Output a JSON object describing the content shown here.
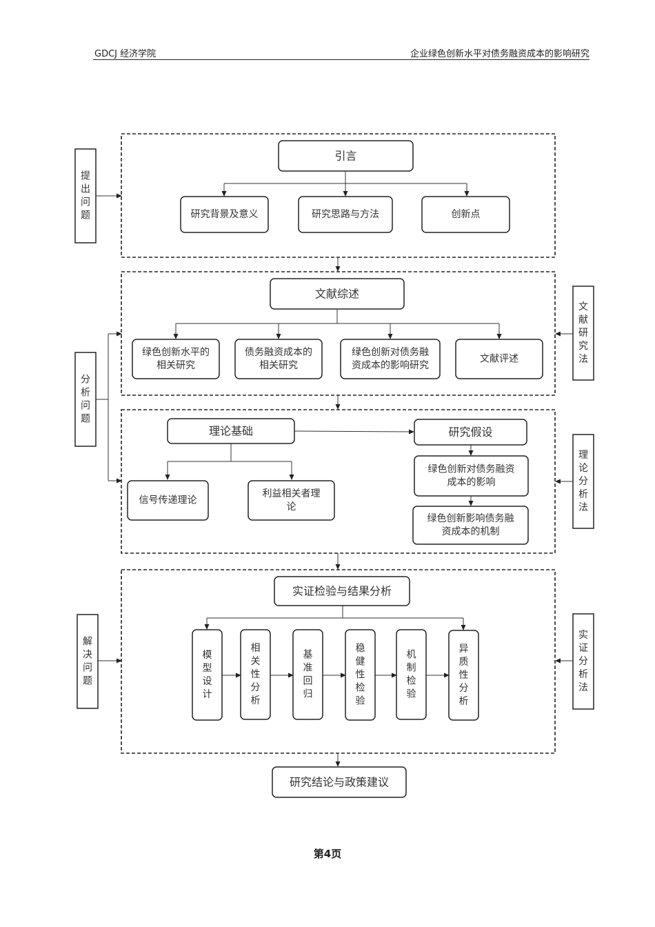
{
  "header": {
    "left": "GDCJ 经济学院",
    "right": "企业绿色创新水平对债务融资成本的影响研究"
  },
  "footer": {
    "page": "第4页"
  },
  "diagram": {
    "sides": {
      "ask": "提出问题",
      "analyze": "分析问题",
      "solve": "解决问题",
      "lit_method": "文献研究法",
      "theory_method": "理论分析法",
      "empirical_method": "实证分析法"
    },
    "intro": {
      "title": "引言",
      "items": [
        "研究背景及意义",
        "研究思路与方法",
        "创新点"
      ]
    },
    "review": {
      "title": "文献综述",
      "items": [
        [
          "绿色创新水平的",
          "相关研究"
        ],
        [
          "债务融资成本的",
          "相关研究"
        ],
        [
          "绿色创新对债务融",
          "资成本的影响研究"
        ],
        [
          "文献评述"
        ]
      ]
    },
    "theory": {
      "title": "理论基础",
      "items": [
        [
          "信号传递理论"
        ],
        [
          "利益相关者理",
          "论"
        ]
      ],
      "hypothesis_title": "研究假设",
      "hypotheses": [
        [
          "绿色创新对债务融资",
          "成本的影响"
        ],
        [
          "绿色创新影响债务融",
          "资成本的机制"
        ]
      ]
    },
    "empirical": {
      "title": "实证检验与结果分析",
      "steps": [
        "模型设计",
        "相关性分析",
        "基准回归",
        "稳健性检验",
        "机制检验",
        "异质性分析"
      ]
    },
    "conclusion": "研究结论与政策建议"
  }
}
